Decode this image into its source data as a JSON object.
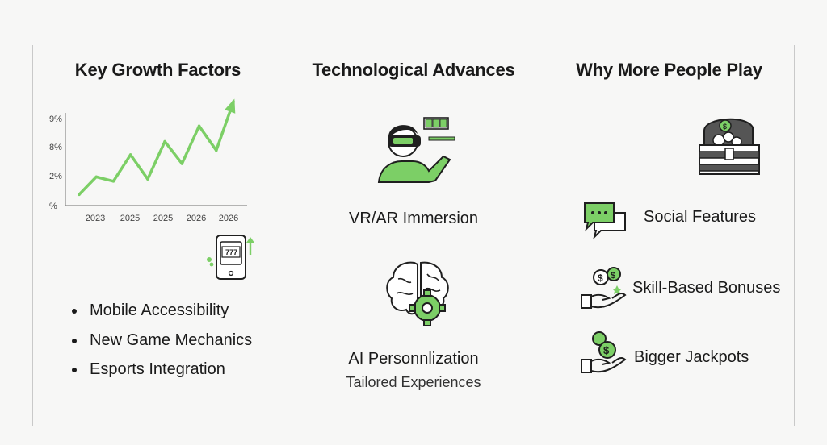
{
  "colors": {
    "accent": "#7ccf66",
    "ink": "#1f1f1f",
    "divider": "#c9c9c9"
  },
  "panels": {
    "growth": {
      "title": "Key Growth Factors",
      "bullets": [
        "Mobile Accessibility",
        "New Game Mechanics",
        "Esports Integration"
      ],
      "icon": "slot-machine-phone-icon"
    },
    "tech": {
      "title": "Technological Advances",
      "items": [
        {
          "label": "VR/AR Immersion",
          "icon": "vr-headset-person-icon"
        },
        {
          "label": "AI Personnlization",
          "sublabel": "Tailored Experiences",
          "icon": "brain-gear-icon"
        }
      ]
    },
    "why": {
      "title": "Why More People Play",
      "items": [
        {
          "label": "Social Features",
          "icon": "chat-bubbles-icon"
        },
        {
          "label": "Skill-Based Bonuses",
          "icon": "hand-coins-icon"
        },
        {
          "label": "Bigger Jackpots",
          "icon": "hand-jackpot-coins-icon"
        }
      ],
      "top_icon": "treasure-chest-icon"
    }
  },
  "chart_data": {
    "type": "line",
    "title": "",
    "xlabel": "",
    "ylabel": "",
    "y_tick_labels": [
      "9%",
      "8%",
      "2%",
      "%"
    ],
    "x_tick_labels": [
      "2023",
      "2025",
      "2025",
      "2026",
      "2026"
    ],
    "series": [
      {
        "values": [
          0.5,
          1.3,
          1.1,
          2.3,
          1.2,
          2.9,
          1.9,
          3.6,
          2.5,
          4.7
        ]
      }
    ],
    "ylim": [
      0,
      5
    ],
    "trend_arrow": true,
    "grid": false
  }
}
